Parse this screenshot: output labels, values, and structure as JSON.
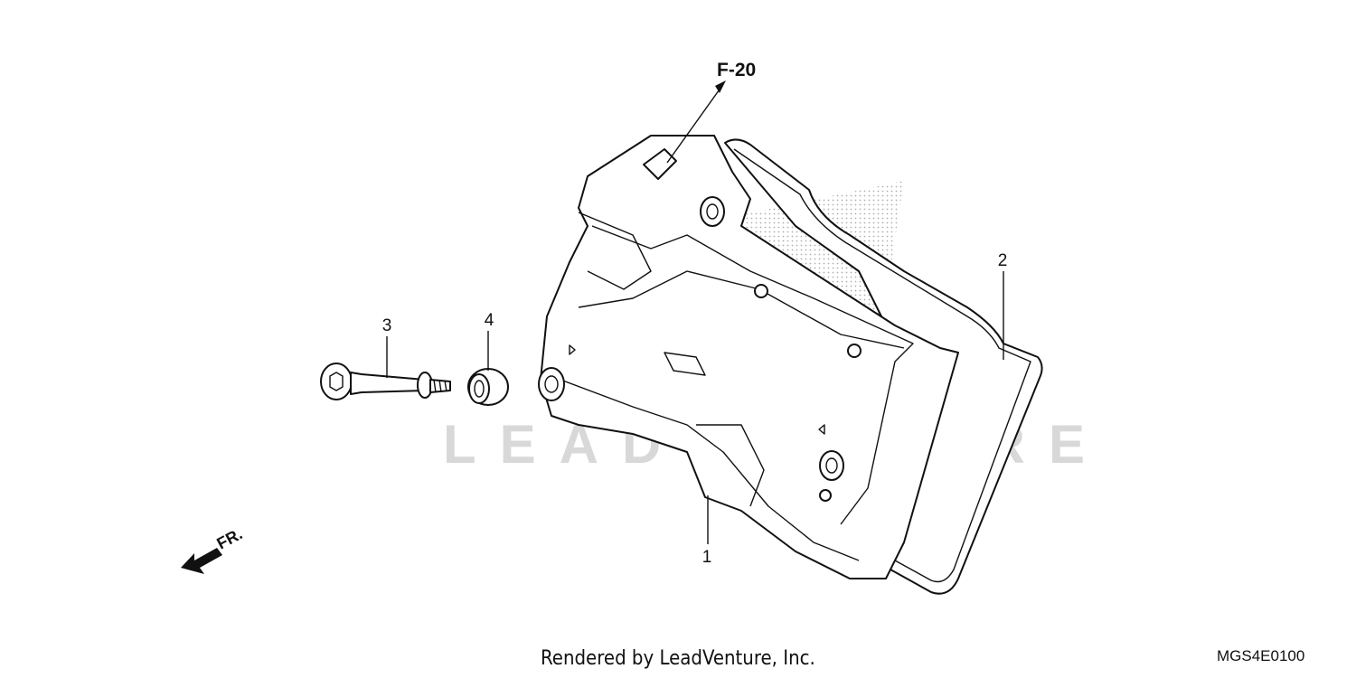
{
  "diagram": {
    "reference_label": "F-20",
    "direction_label": "FR.",
    "watermark": "LEADVENTURE",
    "callouts": [
      {
        "id": "1",
        "label": "1"
      },
      {
        "id": "2",
        "label": "2"
      },
      {
        "id": "3",
        "label": "3"
      },
      {
        "id": "4",
        "label": "4"
      }
    ]
  },
  "footer": {
    "credit": "Rendered by LeadVenture, Inc.",
    "diagram_code": "MGS4E0100"
  }
}
